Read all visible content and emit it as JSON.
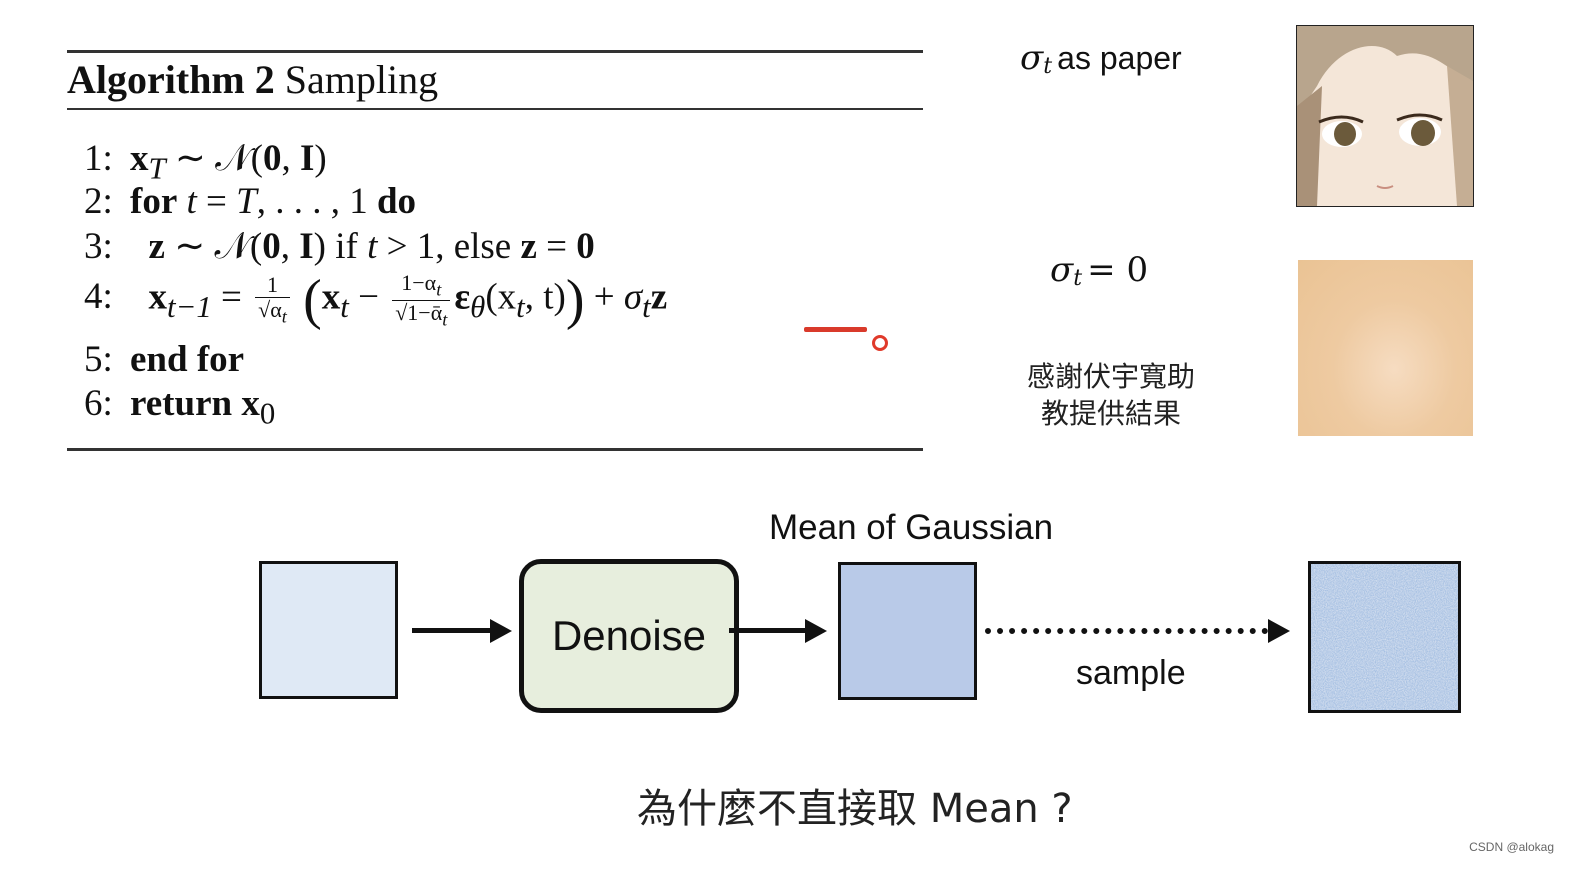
{
  "algorithm": {
    "title_bold": "Algorithm 2",
    "title_rest": "Sampling",
    "lines": [
      {
        "num": "1:",
        "text": "x_T ~ N(0, I)"
      },
      {
        "num": "2:",
        "kw_for": "for",
        "text": "t = T, . . . , 1",
        "kw_do": "do"
      },
      {
        "num": "3:",
        "text": "z ~ N(0, I) if t > 1, else z = 0"
      },
      {
        "num": "4:",
        "lhs": "x",
        "lhs_sub": "t−1",
        "frac1_top": "1",
        "frac1_bot": "√α",
        "frac1_bot_sub": "t",
        "mid": "x",
        "mid_sub": "t",
        "frac2_top": "1−α",
        "frac2_top_sub": "t",
        "frac2_bot": "√1−ᾱ",
        "frac2_bot_sub": "t",
        "eps": "ε",
        "eps_sub": "θ",
        "eps_args": "(x",
        "eps_args_sub": "t",
        "eps_args_tail": ", t)",
        "plus_term": "σ",
        "plus_term_sub": "t",
        "plus_term_z": "z"
      },
      {
        "num": "5:",
        "text": "end for"
      },
      {
        "num": "6:",
        "kw": "return",
        "text": "x",
        "text_sub": "0"
      }
    ]
  },
  "labels": {
    "sigma": "σ",
    "sigma_sub": "t",
    "as_paper": "as paper",
    "equals_zero": "= 0",
    "thanks_line1": "感謝伏宇寬助",
    "thanks_line2": "教提供結果"
  },
  "diagram": {
    "denoise_label": "Denoise",
    "mean_label": "Mean of Gaussian",
    "sample_label": "sample",
    "colors": {
      "input_box": "#dfe9f5",
      "denoise_box": "#e7eedd",
      "mean_box": "#b9cae8",
      "noise_box": "#c6d3e8"
    }
  },
  "question": "為什麼不直接取 Mean ?",
  "watermark": "CSDN @alokag"
}
